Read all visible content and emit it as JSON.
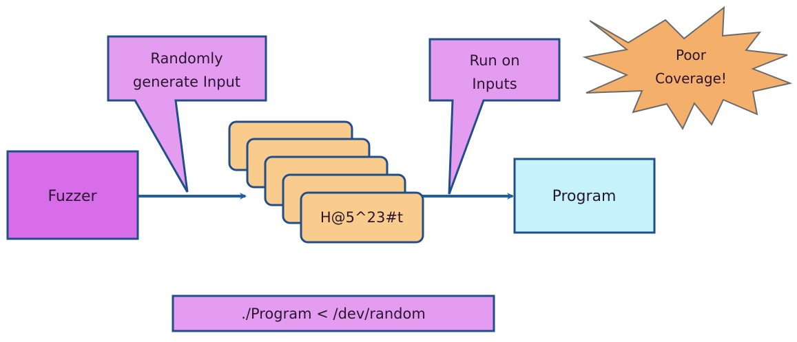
{
  "diagram": {
    "title": "Random fuzzing pipeline",
    "colors": {
      "stroke": "#1f4e89",
      "arrow": "#1f5fa6",
      "fuzzer_fill": "#d76de8",
      "callout_fill": "#e49cf0",
      "card_fill": "#f9cb8c",
      "program_fill": "#c6f3fb",
      "burst_fill": "#f4b06b",
      "burst_stroke": "#6a6a6a",
      "text": "#2a1530"
    },
    "nodes": {
      "fuzzer": {
        "label": "Fuzzer"
      },
      "program": {
        "label": "Program"
      },
      "inputs": {
        "front_label": "H@5^23#t",
        "card_count": 5
      }
    },
    "callouts": {
      "generate": {
        "line1": "Randomly",
        "line2": "generate Input"
      },
      "run": {
        "line1": "Run on",
        "line2": "Inputs"
      }
    },
    "burst": {
      "line1": "Poor",
      "line2": "Coverage!"
    },
    "command": {
      "text": "./Program < /dev/random"
    },
    "edges": [
      {
        "from": "fuzzer",
        "to": "inputs"
      },
      {
        "from": "inputs",
        "to": "program"
      }
    ]
  }
}
